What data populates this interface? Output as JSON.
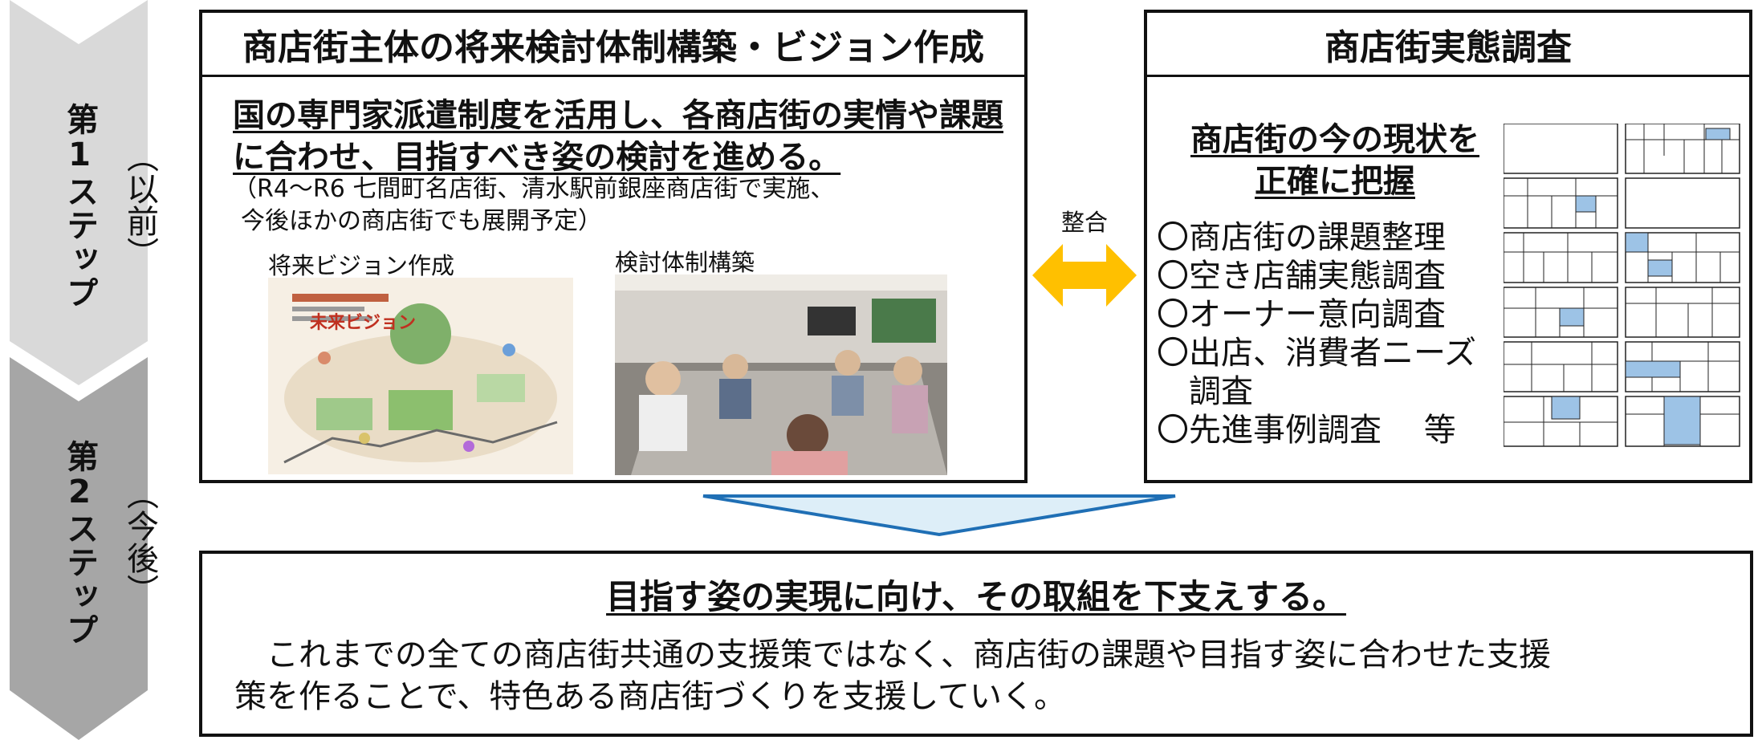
{
  "steps": [
    {
      "label": "第1ステップ",
      "when": "（以前）"
    },
    {
      "label": "第2ステップ",
      "when": "（今後）"
    }
  ],
  "left_box": {
    "title": "商店街主体の将来検討体制構築・ビジョン作成",
    "lead_line1": "国の専門家派遣制度を活用し、各商店街の実情や課題",
    "lead_line2": "に合わせ、目指すべき姿の検討を進める。",
    "note_line1": "（R4～R6 七間町名店街、清水駅前銀座商店街で実施、",
    "note_line2": "今後ほかの商店街でも展開予定）",
    "caption_vision": "将来ビジョン作成",
    "caption_meeting": "検討体制構築",
    "illus_heading": "未来ビジョン"
  },
  "connector": {
    "label": "整合"
  },
  "right_box": {
    "title": "商店街実態調査",
    "subtitle_line1": "商店街の今の現状を",
    "subtitle_line2": "正確に把握",
    "items": [
      "〇商店街の課題整理",
      "〇空き店舗実態調査",
      "〇オーナー意向調査",
      "〇出店、消費者ニーズ",
      "　調査",
      "〇先進事例調査　 等"
    ]
  },
  "bottom_box": {
    "title": "目指す姿の実現に向け、その取組を下支えする。",
    "body_line1": "　これまでの全ての商店街共通の支援策ではなく、商店街の課題や目指す姿に合わせた支援",
    "body_line2": "策を作ることで、特色ある商店街づくりを支援していく。"
  },
  "colors": {
    "step1": "#d9d9d9",
    "step2": "#a6a6a6",
    "connector_arrow": "#ffc000",
    "down_arrow_fill": "#ddeef8",
    "down_arrow_stroke": "#1f6fb5",
    "plan_highlight": "#9dc3e6"
  }
}
